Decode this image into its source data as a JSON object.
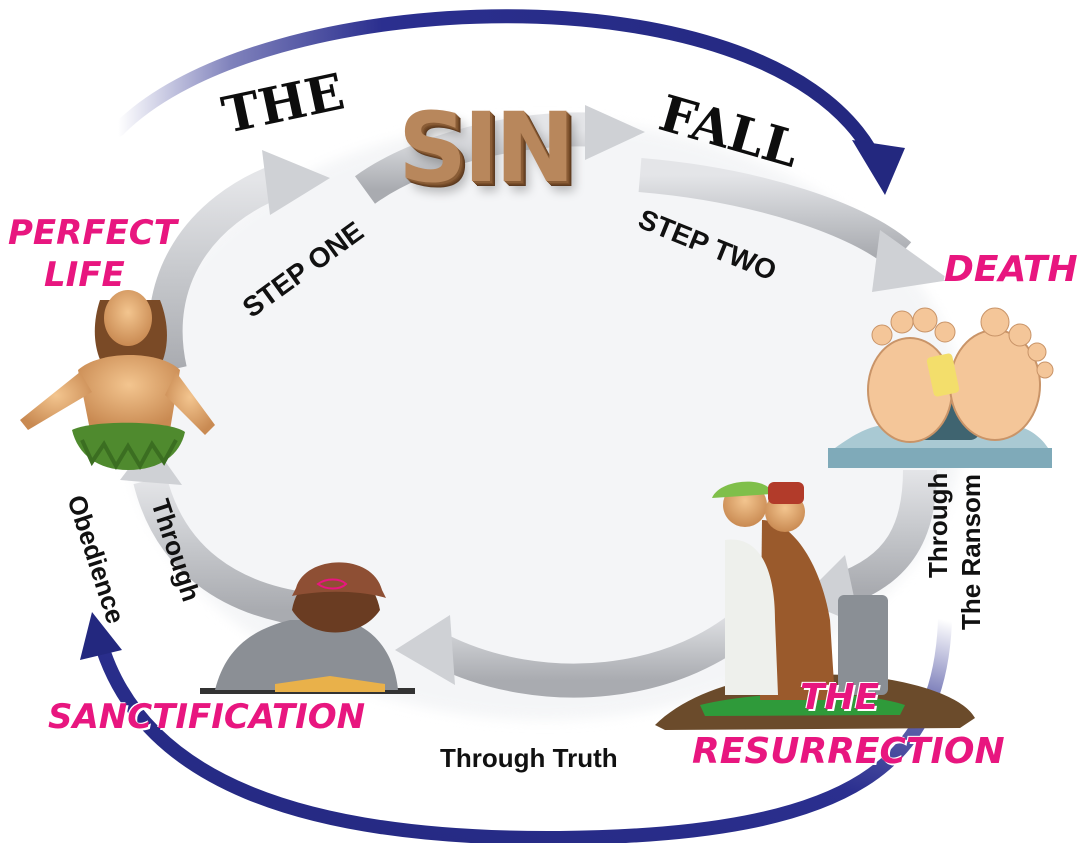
{
  "title": {
    "the": "THE",
    "sin": "SIN",
    "fall": "FALL"
  },
  "stages": {
    "perfect_life_line1": "PERFECT",
    "perfect_life_line2": "LIFE",
    "death": "DEATH",
    "resurrection_line1": "THE",
    "resurrection_line2": "RESURRECTION",
    "sanctification": "SANCTIFICATION"
  },
  "steps": {
    "step_one": "STEP ONE",
    "step_two": "STEP TWO",
    "ransom_line1": "Through",
    "ransom_line2": "The Ransom",
    "truth": "Through Truth",
    "obedience_line1": "Through",
    "obedience_line2": "Obedience"
  },
  "colors": {
    "stage_text": "#e8167f",
    "outer_arrow": "#2b2f8f",
    "inner_arrow": "#c9cbd0",
    "sin_wood": "#b8875c"
  }
}
